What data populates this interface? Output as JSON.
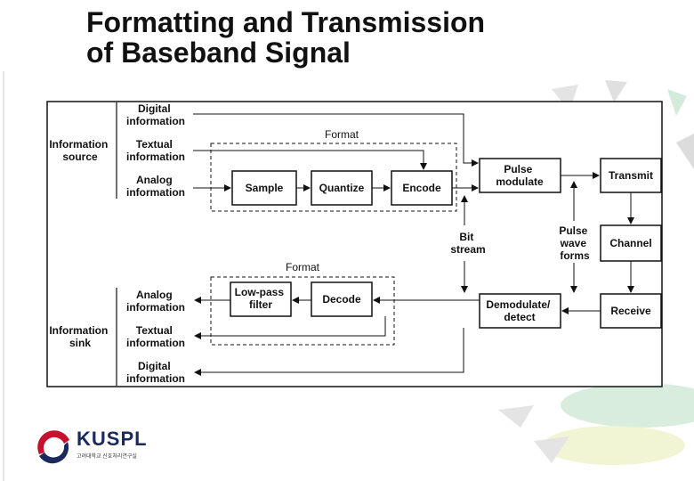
{
  "title": "Formatting and Transmission\nof Baseband Signal",
  "diagram": {
    "labels": {
      "digital_info_top": [
        "Digital",
        "information"
      ],
      "textual_info_top": [
        "Textual",
        "information"
      ],
      "analog_info_top": [
        "Analog",
        "information"
      ],
      "info_source": [
        "Information",
        "source"
      ],
      "format_top": "Format",
      "sample": "Sample",
      "quantize": "Quantize",
      "encode": "Encode",
      "pulse_modulate": [
        "Pulse",
        "modulate"
      ],
      "transmit": "Transmit",
      "bit_stream": [
        "Bit",
        "stream"
      ],
      "pulse_waveforms": [
        "Pulse",
        "wave",
        "forms"
      ],
      "channel": "Channel",
      "format_bottom": "Format",
      "lowpass": [
        "Low-pass",
        "filter"
      ],
      "decode": "Decode",
      "demodulate": [
        "Demodulate/",
        "detect"
      ],
      "receive": "Receive",
      "analog_info_bottom": [
        "Analog",
        "information"
      ],
      "textual_info_bottom": [
        "Textual",
        "information"
      ],
      "digital_info_bottom": [
        "Digital",
        "information"
      ],
      "info_sink": [
        "Information",
        "sink"
      ]
    }
  },
  "logo": {
    "name": "KUSPL",
    "subtitle": "고려대학교 신호처리연구실"
  },
  "colors": {
    "logo_red": "#c8102e",
    "logo_blue": "#1a2a5e",
    "deco_green": "#cfe9d6",
    "deco_gray": "#dcdcdc",
    "deco_yellow": "#f3f1c8"
  }
}
